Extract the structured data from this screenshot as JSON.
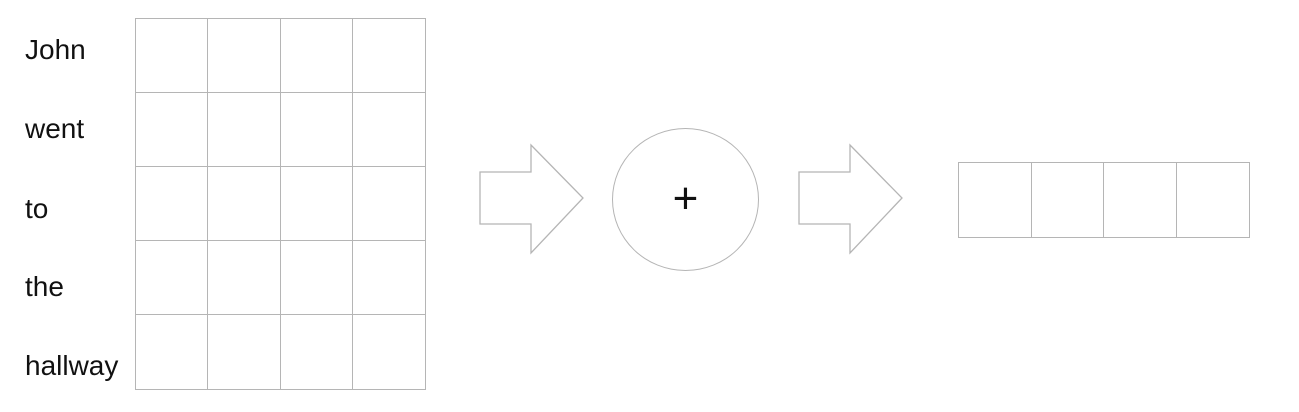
{
  "words": [
    "John",
    "went",
    "to",
    "the",
    "hallway"
  ],
  "embedding_matrix": {
    "rows": 5,
    "columns": 4
  },
  "operation": {
    "symbol": "+"
  },
  "output_vector": {
    "cells": 4
  },
  "colors": {
    "outline": "#b5b5b5",
    "text": "#111111"
  }
}
